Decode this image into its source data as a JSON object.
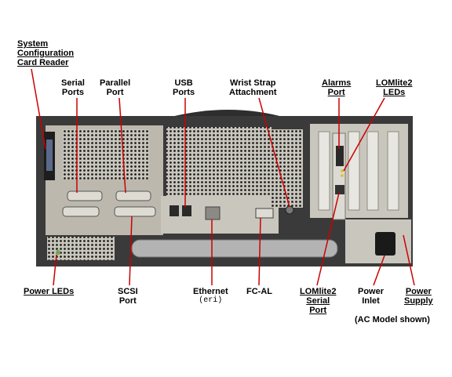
{
  "labels": {
    "system_config_card_reader": [
      "System",
      "Configuration",
      "Card Reader"
    ],
    "serial_ports": [
      "Serial",
      "Ports"
    ],
    "parallel_port": [
      "Parallel",
      "Port"
    ],
    "usb_ports": [
      "USB",
      "Ports"
    ],
    "wrist_strap": [
      "Wrist Strap",
      "Attachment"
    ],
    "alarms_port": [
      "Alarms",
      "Port"
    ],
    "lomlite2_leds": [
      "LOMlite2",
      "LEDs"
    ],
    "power_leds": [
      "Power LEDs"
    ],
    "scsi_port": [
      "SCSI",
      "Port"
    ],
    "ethernet": [
      "Ethernet"
    ],
    "ethernet_sub": "(eri)",
    "fc_al": [
      "FC-AL"
    ],
    "lomlite2_serial_port": [
      "LOMlite2",
      "Serial",
      "Port"
    ],
    "power_inlet": [
      "Power",
      "Inlet"
    ],
    "power_supply": [
      "Power",
      "Supply"
    ]
  },
  "note": "(AC Model shown)",
  "colors": {
    "leader": "#cc0000",
    "chassis": "#3a3a3a",
    "panel": "#c9c6bd",
    "panel_dark": "#8d8a82",
    "vent": "#1e1e1e",
    "rail": "#b3b3b3"
  }
}
